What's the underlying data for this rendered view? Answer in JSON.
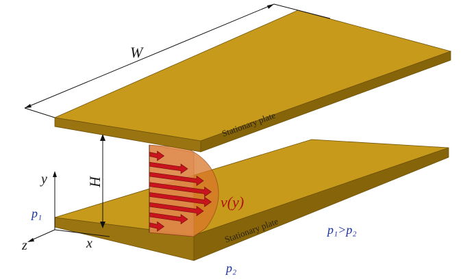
{
  "labels": {
    "width": "W",
    "height": "H",
    "axis_y": "y",
    "axis_x": "x",
    "axis_z": "z",
    "pressure_inlet": "p₁",
    "pressure_outlet": "p₂",
    "pressure_relation": "p₁>p₂",
    "velocity_profile": "v(y)",
    "top_plate": "Stationary plate",
    "bottom_plate": "Stationary plate"
  },
  "colors": {
    "plate_top": "#c79a1c",
    "plate_edge": "#8f6c0c",
    "plate_edge_dark": "#7a5a08",
    "profile_fill": "#d9772a",
    "arrow_red": "#c8141c",
    "label_blue": "#1a2fa8",
    "label_red": "#b01010"
  }
}
